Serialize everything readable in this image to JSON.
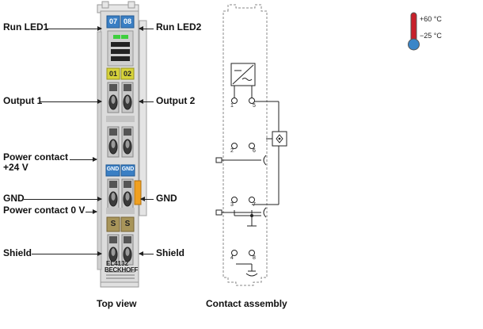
{
  "left_labels": {
    "run_led1": "Run LED1",
    "output1": "Output 1",
    "power_contact_24v_line1": "Power contact",
    "power_contact_24v_line2": "+24 V",
    "gnd": "GND",
    "power_contact_0v": "Power contact 0 V",
    "shield": "Shield"
  },
  "right_labels": {
    "run_led2": "Run LED2",
    "output2": "Output 2",
    "gnd": "GND",
    "shield": "Shield"
  },
  "terminal": {
    "led_labels": [
      "07",
      "08"
    ],
    "output_labels": [
      "01",
      "02"
    ],
    "gnd_labels": [
      "GND",
      "GND"
    ],
    "shield_labels": [
      "S",
      "S"
    ],
    "model": "EL4132",
    "brand": "BECKHOFF"
  },
  "contact_numbers": [
    "1",
    "5",
    "2",
    "6",
    "3",
    "7",
    "4",
    "8"
  ],
  "temperature": {
    "max": "+60 °C",
    "min": "−25 °C"
  },
  "captions": {
    "top_view": "Top view",
    "contact_assembly": "Contact assembly"
  },
  "colors": {
    "led_blue": "#3a7fc4",
    "output_yellow": "#d6d23a",
    "gnd_blue": "#3a7fc4",
    "gnd_orange": "#f0a020",
    "shield_gold": "#a8955a",
    "housing": "#dcdcdc",
    "thermometer_red": "#c8202a",
    "thermometer_blue": "#3a86c8"
  }
}
